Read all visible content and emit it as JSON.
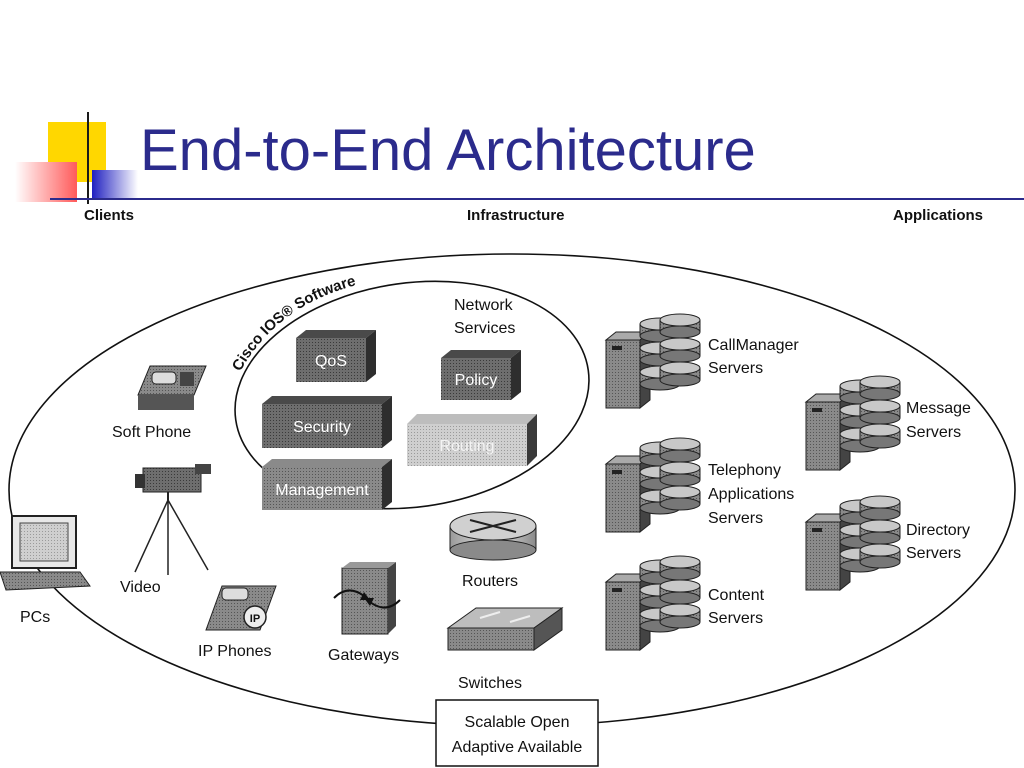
{
  "slide": {
    "title": "End-to-End Architecture"
  },
  "diagram": {
    "headers": {
      "clients": "Clients",
      "infrastructure": "Infrastructure",
      "applications": "Applications"
    },
    "ios_label": "Cisco IOS® Software",
    "network_services": [
      "Network",
      "Services"
    ],
    "service_boxes": {
      "qos": "QoS",
      "policy": "Policy",
      "security": "Security",
      "routing": "Routing",
      "management": "Management"
    },
    "clients": {
      "soft_phone": "Soft Phone",
      "video": "Video",
      "pcs": "PCs",
      "ip_phones": "IP Phones",
      "ip_badge": "IP"
    },
    "infrastructure": {
      "gateways": "Gateways",
      "routers": "Routers",
      "switches": "Switches"
    },
    "servers": {
      "callmanager": [
        "CallManager",
        "Servers"
      ],
      "telephony": [
        "Telephony",
        "Applications",
        "Servers"
      ],
      "content": [
        "Content",
        "Servers"
      ],
      "message": [
        "Message",
        "Servers"
      ],
      "directory": [
        "Directory",
        "Servers"
      ]
    },
    "footer_box": [
      "Scalable Open",
      "Adaptive Available"
    ]
  }
}
